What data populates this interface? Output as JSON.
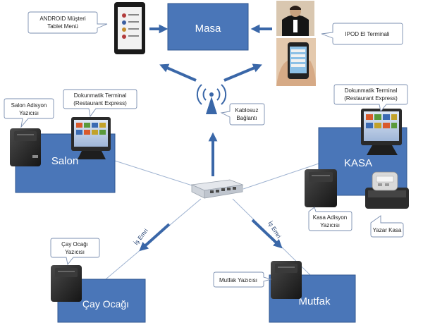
{
  "nodes": {
    "masa": "Masa",
    "salon": "Salon",
    "kasa": "KASA",
    "cay_ocagi": "Çay Ocağı",
    "mutfak": "Mutfak"
  },
  "callouts": {
    "android_line1": "ANDROID Müşteri",
    "android_line2": "Tablet Menü",
    "ipod": "IPOD El Terminali",
    "kablosuz_line1": "Kablosuz",
    "kablosuz_line2": "Bağlantı",
    "salon_printer_line1": "Salon Adisyon",
    "salon_printer_line2": "Yazıcısı",
    "salon_terminal_line1": "Dokunmatik Terminal",
    "salon_terminal_line2": "(Restaurant Express)",
    "kasa_terminal_line1": "Dokunmatik Terminal",
    "kasa_terminal_line2": "(Restaurant Express)",
    "kasa_printer_line1": "Kasa Adisyon",
    "kasa_printer_line2": "Yazıcısı",
    "yazar_kasa": "Yazar Kasa",
    "cay_printer_line1": "Çay Ocağı",
    "cay_printer_line2": "Yazıcısı",
    "mutfak_printer": "Mutfak Yazıcısı"
  },
  "arrows": {
    "is_emri_left": "İş Emri",
    "is_emri_right": "İş Emri"
  },
  "colors": {
    "box_fill": "#4a76b8",
    "box_stroke": "#2f568f",
    "arrow": "#3a67a8",
    "line": "#9fb3d1",
    "callout_stroke": "#7b8fb0"
  }
}
